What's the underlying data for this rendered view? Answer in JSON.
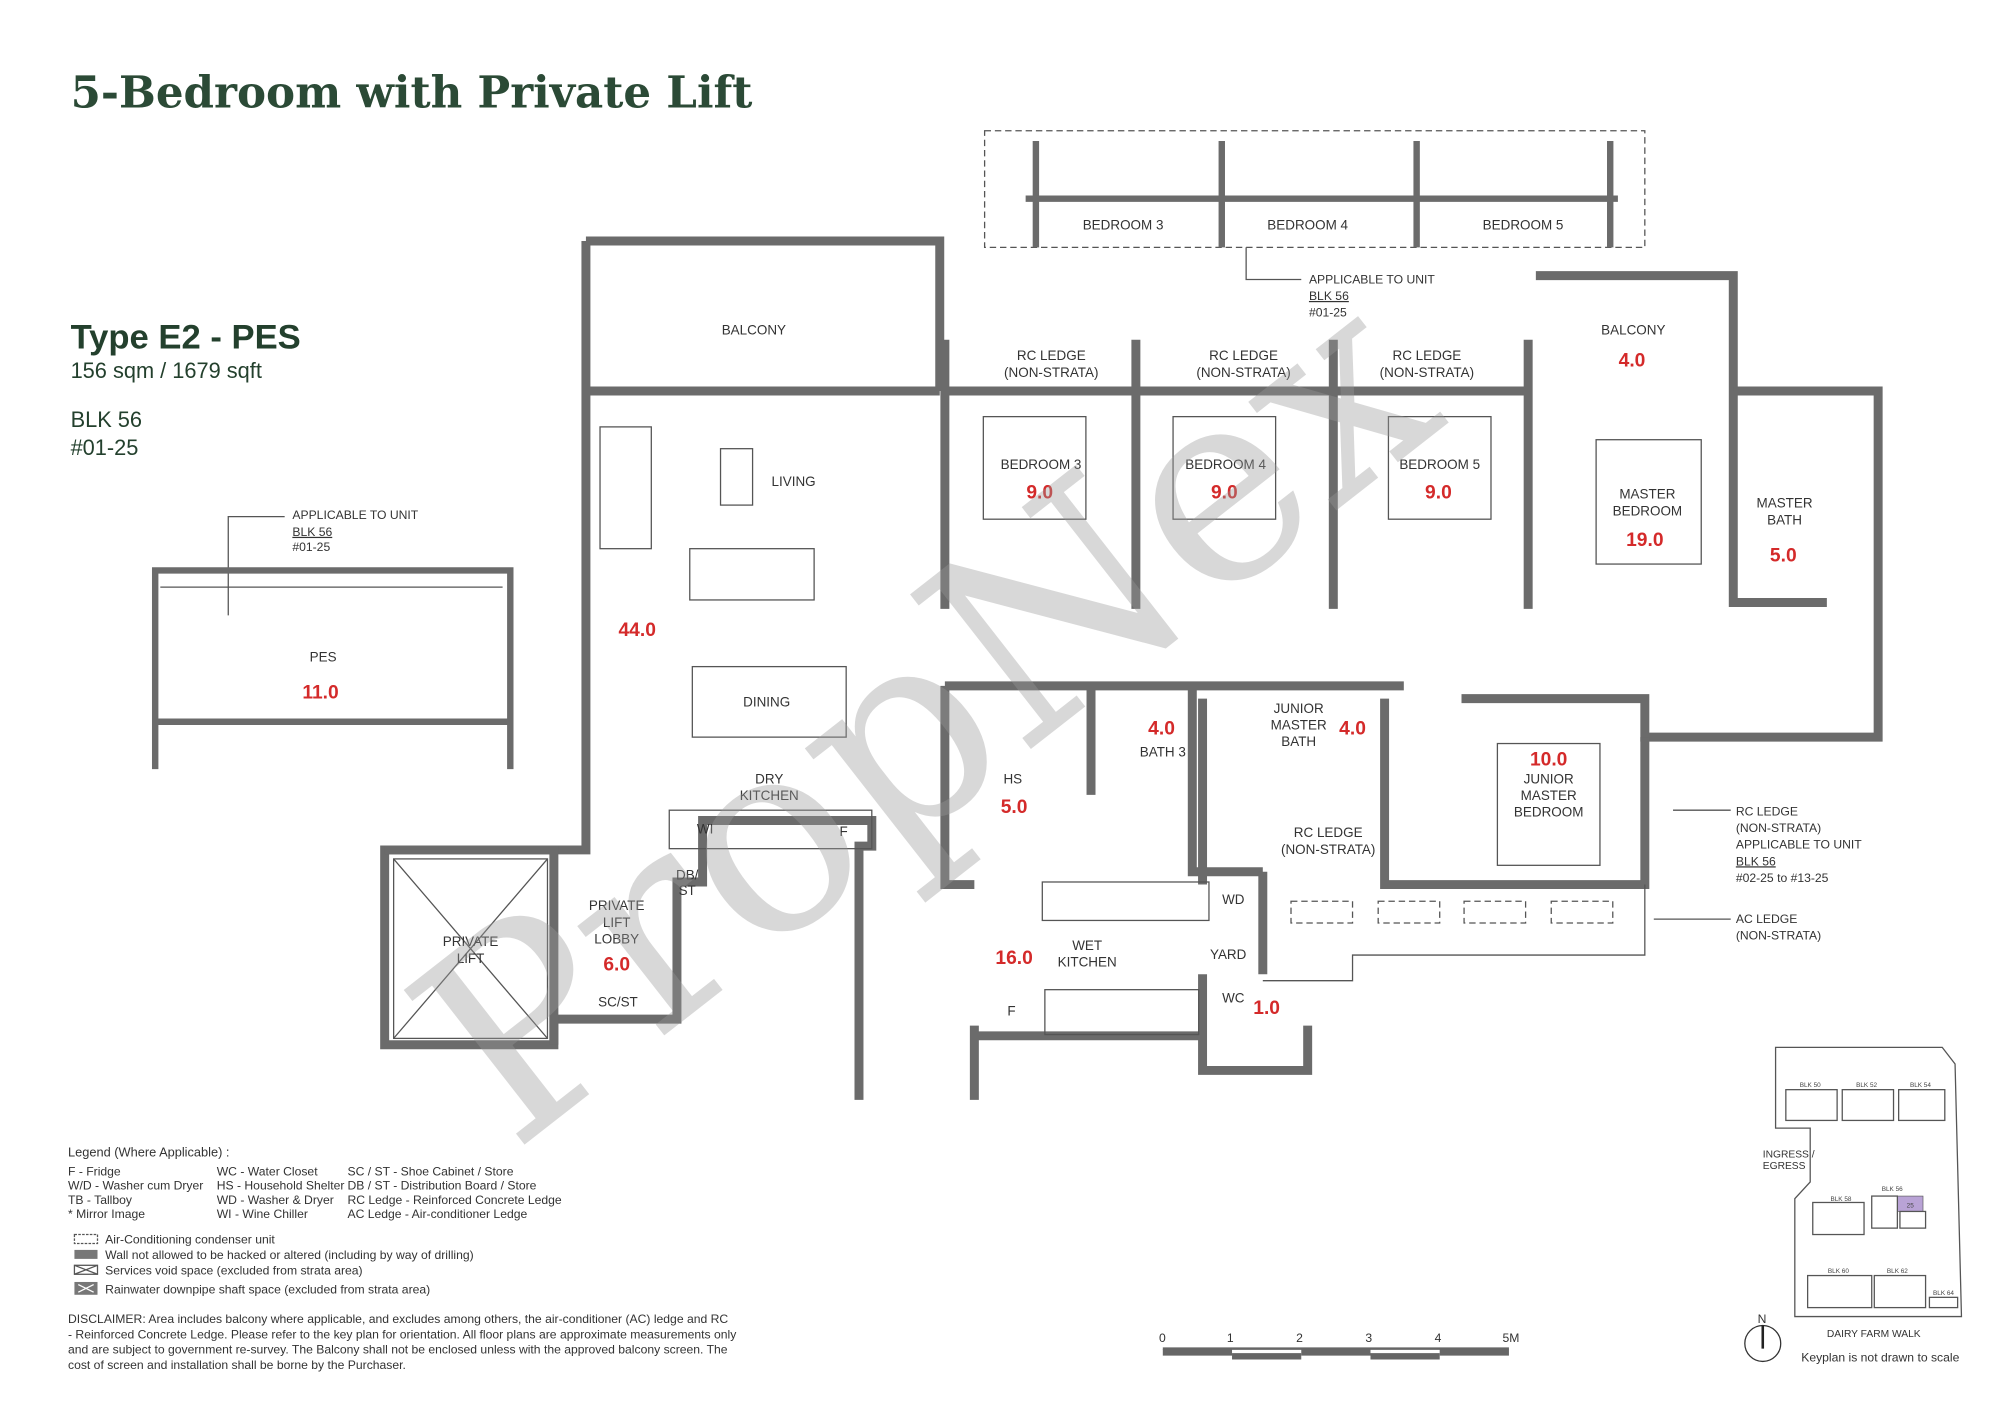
{
  "header": {
    "title": "5-Bedroom with Private Lift"
  },
  "unit": {
    "type": "Type E2 - PES",
    "area": "156 sqm / 1679 sqft",
    "block": "BLK 56",
    "unit_no": "#01-25"
  },
  "watermark": "PropNex",
  "top_inset": {
    "rooms": [
      "BEDROOM 3",
      "BEDROOM 4",
      "BEDROOM 5"
    ],
    "note": "APPLICABLE TO UNIT",
    "block": "BLK 56",
    "unit": "#01-25"
  },
  "pes_inset": {
    "note": "APPLICABLE TO UNIT",
    "block": "BLK 56",
    "unit": "#01-25",
    "room": "PES",
    "area": "11.0"
  },
  "rooms": {
    "balcony1": "BALCONY",
    "living": "LIVING",
    "living_area": "44.0",
    "dining": "DINING",
    "rc1": "RC LEDGE",
    "rc1b": "(NON-STRATA)",
    "rc2": "RC LEDGE",
    "rc2b": "(NON-STRATA)",
    "rc3": "RC LEDGE",
    "rc3b": "(NON-STRATA)",
    "bed3": "BEDROOM 3",
    "bed3_area": "9.0",
    "bed4": "BEDROOM 4",
    "bed4_area": "9.0",
    "bed5": "BEDROOM 5",
    "bed5_area": "9.0",
    "balcony2": "BALCONY",
    "balcony2_area": "4.0",
    "master_l1": "MASTER",
    "master_l2": "BEDROOM",
    "master_area": "19.0",
    "mbath_l1": "MASTER",
    "mbath_l2": "BATH",
    "mbath_area": "5.0",
    "bath3": "BATH 3",
    "bath3_area": "4.0",
    "jmb_l1": "JUNIOR",
    "jmb_l2": "MASTER",
    "jmb_l3": "BATH",
    "jmb_area": "4.0",
    "jm_l1": "JUNIOR",
    "jm_l2": "MASTER",
    "jm_l3": "BEDROOM",
    "jm_area": "10.0",
    "hs": "HS",
    "hs_area": "5.0",
    "dry_l1": "DRY",
    "dry_l2": "KITCHEN",
    "wi": "WI",
    "f1": "F",
    "dbst_l1": "DB/",
    "dbst_l2": "ST",
    "rc_mid": "RC LEDGE",
    "rc_mid_b": "(NON-STRATA)",
    "wd": "WD",
    "lift": "PRIVATE",
    "lift_b": "LIFT",
    "lobby_l1": "PRIVATE",
    "lobby_l2": "LIFT",
    "lobby_l3": "LOBBY",
    "lobby_area": "6.0",
    "scst": "SC/ST",
    "wet_area": "16.0",
    "wet_l1": "WET",
    "wet_l2": "KITCHEN",
    "yard": "YARD",
    "f2": "F",
    "wc": "WC",
    "wc_area": "1.0"
  },
  "callouts": {
    "rc_right": [
      "RC LEDGE",
      "(NON-STRATA)",
      "APPLICABLE TO UNIT",
      "BLK 56",
      "#02-25 to #13-25"
    ],
    "ac_right": [
      "AC LEDGE",
      "(NON-STRATA)"
    ]
  },
  "legend": {
    "title": "Legend (Where Applicable) :",
    "col1": [
      "F - Fridge",
      "W/D - Washer cum Dryer",
      "TB - Tallboy",
      "* Mirror Image"
    ],
    "col2": [
      "WC - Water Closet",
      "HS - Household Shelter",
      "WD - Washer & Dryer",
      "WI  - Wine Chiller"
    ],
    "col3": [
      "SC / ST - Shoe Cabinet / Store",
      "DB / ST - Distribution Board / Store",
      "RC Ledge - Reinforced Concrete Ledge",
      "AC Ledge - Air-conditioner Ledge"
    ],
    "symbols": [
      "Air-Conditioning condenser unit",
      "Wall not allowed to be hacked or altered (including by way of drilling)",
      "Services void space (excluded from strata area)",
      "Rainwater downpipe shaft space (excluded from strata area)"
    ]
  },
  "disclaimer": [
    "DISCLAIMER: Area includes balcony where applicable, and excludes among others, the air-conditioner (AC) ledge and RC",
    "- Reinforced Concrete Ledge. Please refer to the key plan for orientation. All floor plans are approximate measurements only",
    "and are subject to government re-survey. The Balcony shall not be enclosed unless with the approved balcony screen. The",
    "cost of screen and installation shall be borne by the Purchaser."
  ],
  "scale": {
    "ticks": [
      "0",
      "1",
      "2",
      "3",
      "4",
      "5M"
    ]
  },
  "keyplan": {
    "blocks": [
      "BLK 50",
      "BLK 52",
      "BLK 54",
      "BLK 56",
      "BLK 58",
      "BLK 60",
      "BLK 62",
      "BLK 64"
    ],
    "ingress": [
      "INGRESS /",
      "EGRESS"
    ],
    "road": "DAIRY FARM WALK",
    "north": "N",
    "note": "Keyplan is not drawn to scale",
    "highlight": "25",
    "highlight_color": "#b9a3d6"
  },
  "colors": {
    "title": "#2b4a36",
    "area": "#d42a2a",
    "wall": "#6b6b6b"
  }
}
